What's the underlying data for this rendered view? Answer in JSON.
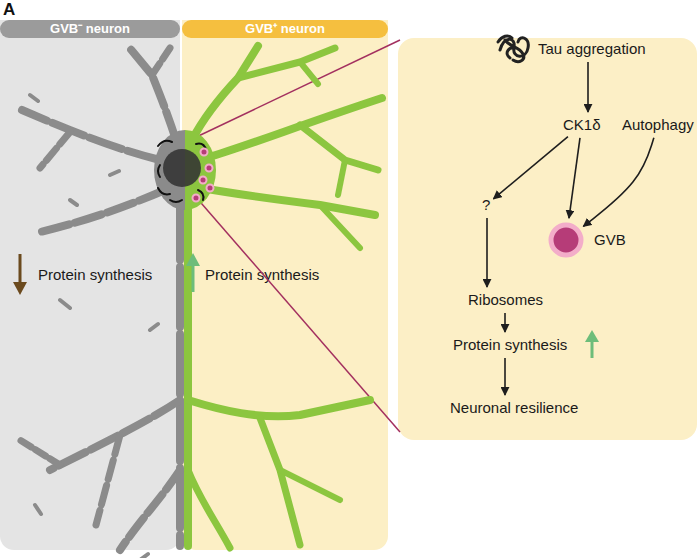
{
  "diagram": {
    "nodes": [
      {
        "text": [
          "GVB⁻ neuron",
          "Protein synthesis"
        ]
      },
      {
        "text": [
          "GVB⁺ neuron",
          "Protein synthesis"
        ]
      },
      {
        "text": [
          "Tau aggregation"
        ]
      },
      {
        "text": [
          "CK1δ"
        ]
      },
      {
        "text": [
          "Autophagy"
        ]
      },
      {
        "text": [
          "?"
        ]
      },
      {
        "text": [
          "GVB"
        ]
      },
      {
        "text": [
          "Ribosomes"
        ]
      },
      {
        "text": [
          "Protein synthesis"
        ]
      },
      {
        "text": [
          "Neuronal resilience"
        ]
      }
    ],
    "edges": [
      {
        "from": 2,
        "to": 3,
        "arrow": "to"
      },
      {
        "from": 3,
        "to": 5,
        "arrow": "to"
      },
      {
        "from": 3,
        "to": 6,
        "arrow": "to"
      },
      {
        "from": 4,
        "to": 6,
        "arrow": "to"
      },
      {
        "from": 5,
        "to": 7,
        "arrow": "to"
      },
      {
        "from": 7,
        "to": 8,
        "arrow": "to"
      },
      {
        "from": 8,
        "to": 9,
        "arrow": "to"
      }
    ],
    "labels": [
      "A"
    ]
  }
}
